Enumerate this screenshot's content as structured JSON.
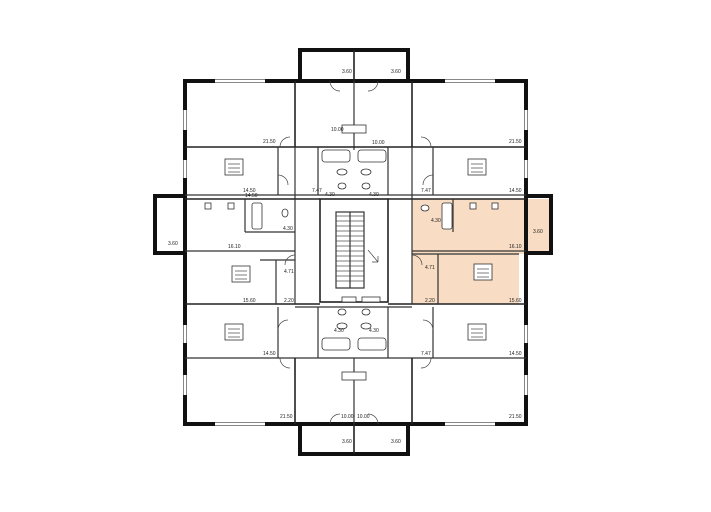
{
  "plan": {
    "highlight_color": "#f8dcc3",
    "wall_color": "#111111",
    "room_areas": {
      "top_balcony_left": "3.60",
      "top_balcony_right": "3.60",
      "bottom_balcony_left": "3.60",
      "bottom_balcony_right": "3.60",
      "left_balcony": "3.60",
      "right_balcony": "3.60",
      "tl_room": "21.50",
      "tr_room": "21.50",
      "bl_room": "21.50",
      "br_room": "21.50",
      "top_center_l": "10.00",
      "top_center_r": "10.00",
      "bot_center_l": "10.00",
      "bot_center_r": "10.00",
      "tl_kitchen": "14.50",
      "tr_kitchen": "14.50",
      "bl_kitchen": "14.50",
      "br_kitchen": "14.50",
      "tl_hall": "7.47",
      "tr_hall": "7.47",
      "br_hall": "7.47",
      "tc_bath_l": "4.30",
      "tc_bath_r": "4.30",
      "bc_bath_l": "4.30",
      "bc_bath_r": "4.30",
      "left_wc": "14.50",
      "left_bath": "4.30",
      "left_room": "16.10",
      "left_hall": "4.71",
      "left_kitchen": "15.60",
      "left_corr": "2.20",
      "right_bath": "4.30",
      "right_room": "16.10",
      "right_hall": "4.71",
      "right_corr": "2.20",
      "right_kitchen": "15.60"
    }
  }
}
